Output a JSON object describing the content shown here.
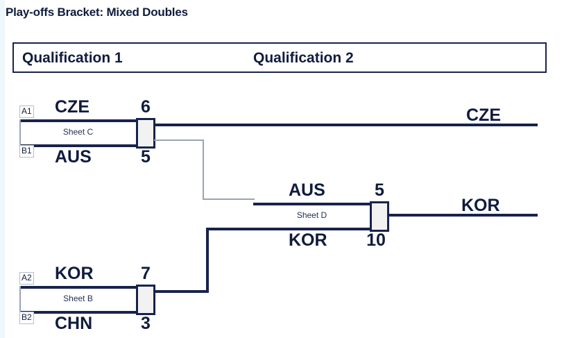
{
  "title": "Play-offs Bracket: Mixed Doubles",
  "header": {
    "qualification_1": "Qualification 1",
    "qualification_2": "Qualification 2"
  },
  "colors": {
    "line": "#18234c",
    "text": "#101c3d",
    "loser_line": "#9aa3b4",
    "score_block_fill": "#f2f2f2"
  },
  "matches": [
    {
      "id": "match-sheet-c",
      "sheet": "Sheet C",
      "top": {
        "seed": "A1",
        "team": "CZE",
        "score": "6"
      },
      "bottom": {
        "seed": "B1",
        "team": "AUS",
        "score": "5"
      }
    },
    {
      "id": "match-sheet-d",
      "sheet": "Sheet D",
      "top": {
        "seed": "",
        "team": "AUS",
        "score": "5"
      },
      "bottom": {
        "seed": "",
        "team": "KOR",
        "score": "10"
      }
    },
    {
      "id": "match-sheet-b",
      "sheet": "Sheet B",
      "top": {
        "seed": "A2",
        "team": "KOR",
        "score": "7"
      },
      "bottom": {
        "seed": "B2",
        "team": "CHN",
        "score": "3"
      }
    }
  ],
  "qualifiers": [
    {
      "id": "qualifier-1",
      "team": "CZE"
    },
    {
      "id": "qualifier-2",
      "team": "KOR"
    }
  ]
}
